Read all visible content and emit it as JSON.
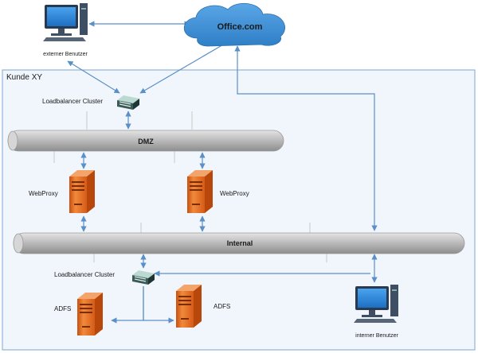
{
  "cloud": {
    "label": "Office.com",
    "color": "#3d8fd6",
    "icon": "cloud-icon"
  },
  "external_user": {
    "label": "externer Benutzer",
    "icon": "monitor-icon"
  },
  "internal_user": {
    "label": "interner Benutzer",
    "icon": "monitor-icon"
  },
  "boundary": {
    "label": "Kunde XY",
    "border_color": "#8fb3d9",
    "fill": "#f1f6fc"
  },
  "loadbalancer_top": {
    "label": "Loadbalancer Cluster",
    "icon": "loadbalancer-icon"
  },
  "loadbalancer_bottom": {
    "label": "Loadbalancer Cluster",
    "icon": "loadbalancer-icon"
  },
  "dmz_bus": {
    "label": "DMZ"
  },
  "internal_bus": {
    "label": "Internal"
  },
  "webproxy_left": {
    "label": "WebProxy",
    "icon": "server-icon"
  },
  "webproxy_right": {
    "label": "WebProxy",
    "icon": "server-icon"
  },
  "adfs_left": {
    "label": "ADFS",
    "icon": "server-icon"
  },
  "adfs_right": {
    "label": "ADFS",
    "icon": "server-icon"
  },
  "colors": {
    "arrow": "#5b8fc7",
    "server": "#e86a1f",
    "monitor": "#2f7bd1"
  }
}
